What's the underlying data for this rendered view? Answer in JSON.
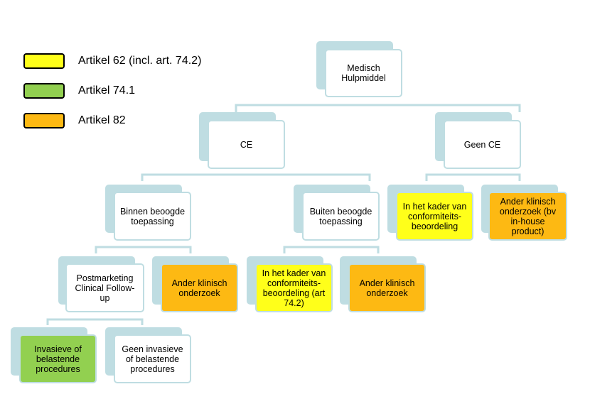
{
  "legend": [
    {
      "label": "Artikel 62 (incl. art. 74.2)",
      "color": "#ffff1a"
    },
    {
      "label": "Artikel 74.1",
      "color": "#92d050"
    },
    {
      "label": "Artikel 82",
      "color": "#fdb913"
    }
  ],
  "tree": {
    "root": "Medisch Hulpmiddel",
    "ce": "CE",
    "geen_ce": "Geen CE",
    "binnen": "Binnen beoogde toepassing",
    "buiten": "Buiten beoogde toepassing",
    "kader_geen_ce": "In het kader van conformiteits-beoordeling",
    "ander_inhouse": "Ander klinisch onderzoek (bv in-house product)",
    "pmcf": "Postmarketing Clinical Follow-up",
    "ander_binnen": "Ander klinisch onderzoek",
    "kader_buiten": "In het kader van conformiteits-beoordeling (art 74.2)",
    "ander_buiten": "Ander klinisch onderzoek",
    "invasief": "Invasieve of belastende procedures",
    "geen_invasief": "Geen invasieve of belastende procedures"
  },
  "colors": {
    "connector": "#bfdde2",
    "node_border": "#bfdde2",
    "yellow": "#ffff1a",
    "green": "#92d050",
    "orange": "#fdb913"
  }
}
